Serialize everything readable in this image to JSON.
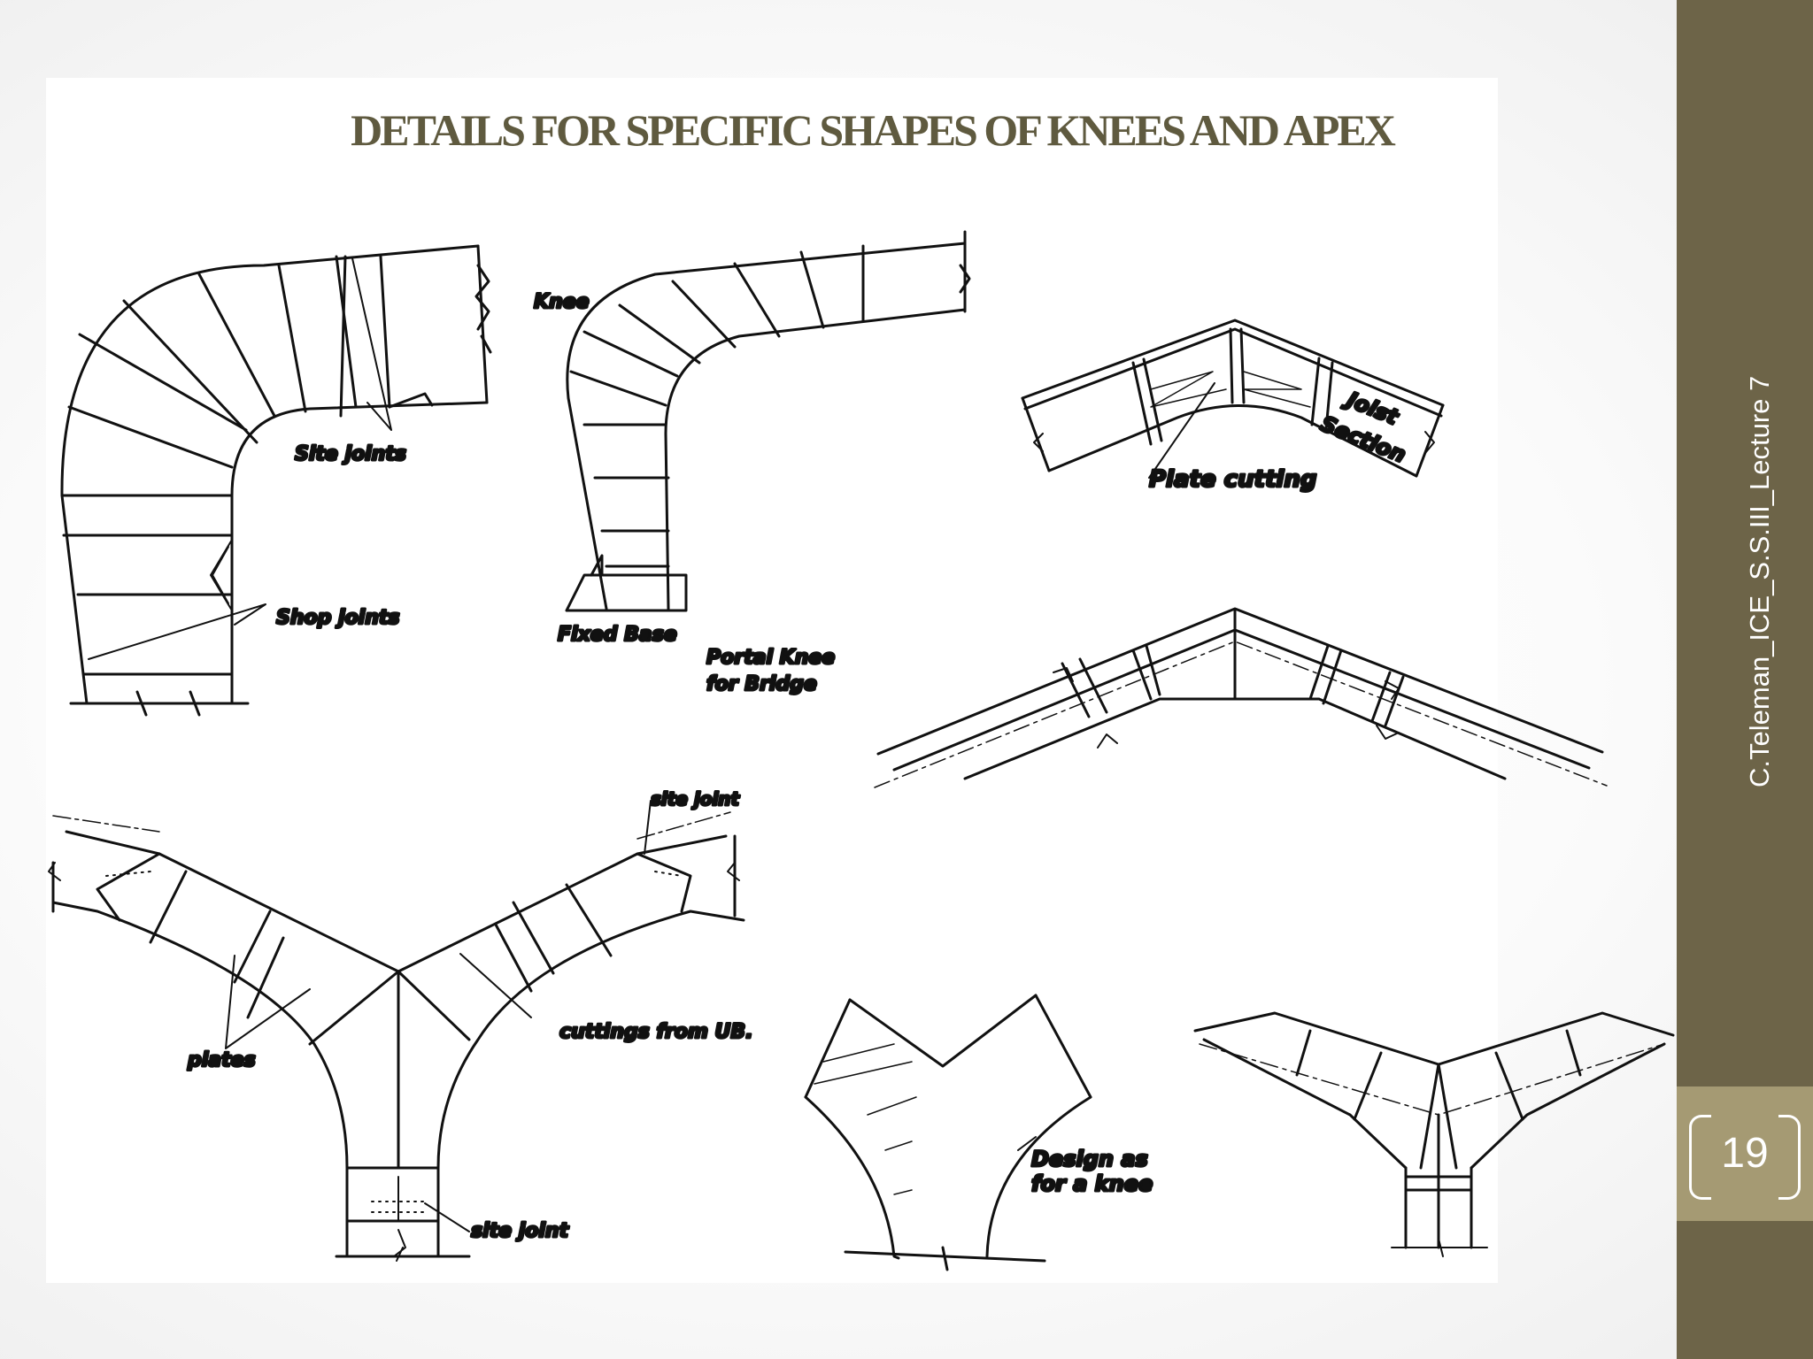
{
  "slide": {
    "title": "DETAILS FOR SPECIFIC SHAPES OF KNEES AND APEX",
    "footer_text": "C.Teleman_ICE_S.S.III_Lecture 7",
    "page_number": "19"
  },
  "figure_labels": {
    "site_joints": "Site joints",
    "shop_joints": "Shop joints",
    "knee": "Knee",
    "fixed_base": "Fixed Base",
    "portal_knee_line1": "Portal Knee",
    "portal_knee_line2": "for Bridge",
    "joist_line1": "Joist",
    "joist_line2": "Section",
    "plate_cutting": "Plate cutting",
    "site_joint_top": "site joint",
    "plates": "plates",
    "cuttings_from_ub": "cuttings from UB.",
    "site_joint_bottom": "site joint",
    "design_line1": "Design as",
    "design_line2": "for a knee"
  },
  "colors": {
    "title": "#5f5a3f",
    "side_bar": "#6d6448",
    "page_box": "#a59a73"
  }
}
